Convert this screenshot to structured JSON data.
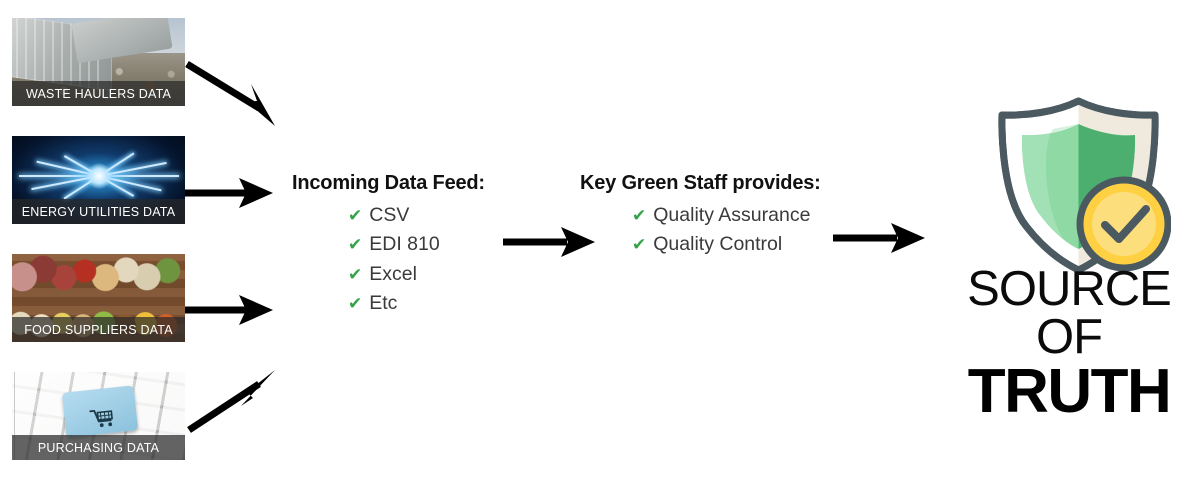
{
  "diagram": {
    "title": "Data flow to single source of truth",
    "sources": [
      {
        "id": "waste",
        "label": "WASTE HAULERS DATA",
        "image_alt": "garbage truck dumping waste at a landfill",
        "arrow": "diagonal-down-right"
      },
      {
        "id": "energy",
        "label": "ENERGY UTILITIES DATA",
        "image_alt": "blue electrical lightning energy burst",
        "arrow": "straight-right"
      },
      {
        "id": "food",
        "label": "FOOD SUPPLIERS DATA",
        "image_alt": "assorted raw meat, vegetables and bread on wood",
        "arrow": "straight-right"
      },
      {
        "id": "purchasing",
        "label": "PURCHASING DATA",
        "image_alt": "computer keyboard with blue shopping cart key",
        "arrow": "diagonal-up-right"
      }
    ],
    "stages": [
      {
        "id": "incoming-data-feed",
        "heading": "Incoming Data Feed:",
        "items": [
          "CSV",
          "EDI 810",
          "Excel",
          "Etc"
        ],
        "bullet_icon": "check-icon"
      },
      {
        "id": "key-green-staff",
        "heading": "Key Green Staff provides:",
        "items": [
          "Quality Assurance",
          "Quality Control"
        ],
        "bullet_icon": "check-icon"
      }
    ],
    "result": {
      "id": "source-of-truth",
      "icon": "shield-check-icon",
      "line1": "SOURCE OF",
      "line2": "TRUTH"
    },
    "arrows": [
      {
        "id": "arrow-waste-to-feed",
        "from": "waste",
        "to": "incoming-data-feed",
        "direction": "down-right"
      },
      {
        "id": "arrow-energy-to-feed",
        "from": "energy",
        "to": "incoming-data-feed",
        "direction": "right"
      },
      {
        "id": "arrow-food-to-feed",
        "from": "food",
        "to": "incoming-data-feed",
        "direction": "right"
      },
      {
        "id": "arrow-purchasing-to-feed",
        "from": "purchasing",
        "to": "incoming-data-feed",
        "direction": "up-right"
      },
      {
        "id": "arrow-feed-to-staff",
        "from": "incoming-data-feed",
        "to": "key-green-staff",
        "direction": "right"
      },
      {
        "id": "arrow-staff-to-truth",
        "from": "key-green-staff",
        "to": "source-of-truth",
        "direction": "right"
      }
    ],
    "colors": {
      "background": "#ffffff",
      "arrow": "#000000",
      "check_green": "#35a349",
      "heading_text": "#111111",
      "body_text": "#3a3a3a",
      "caption_text": "#ffffff",
      "caption_overlay": "rgba(40,40,40,0.72)",
      "shield_outline": "#4a5a60",
      "shield_light": "#ffffff",
      "shield_cream": "#efe9de",
      "shield_green_light": "#8ed9a4",
      "shield_green_dark": "#4caf6f",
      "badge_ring": "#ffd042",
      "badge_fill": "#fcde7c",
      "truth_text": "#000000"
    }
  }
}
